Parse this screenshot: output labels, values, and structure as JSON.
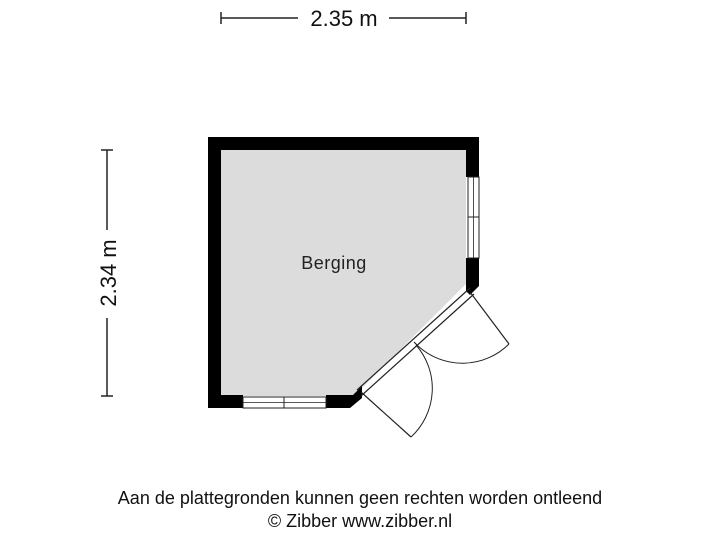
{
  "dimensions": {
    "width_label": "2.35 m",
    "height_label": "2.34 m"
  },
  "room": {
    "name": "Berging"
  },
  "footer": {
    "disclaimer": "Aan de plattegronden kunnen geen rechten worden ontleend",
    "copyright": "© Zibber www.zibber.nl"
  },
  "colors": {
    "wall": "#000000",
    "floor": "#dcdcdc",
    "line": "#222222"
  }
}
